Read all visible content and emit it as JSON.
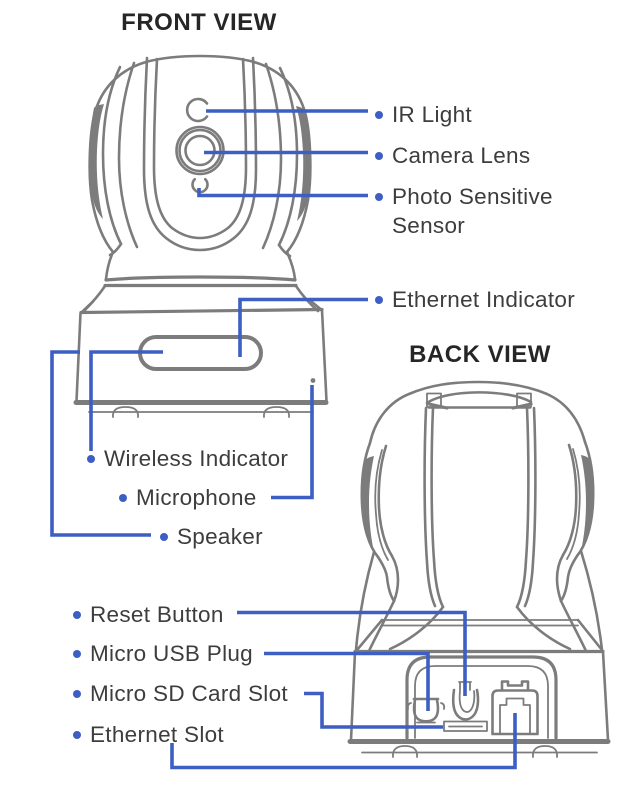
{
  "diagram": {
    "front": {
      "title": "FRONT VIEW",
      "labels": {
        "ir_light": "IR Light",
        "camera_lens": "Camera Lens",
        "photo_sensitive_sensor": "Photo Sensitive Sensor",
        "ethernet_indicator": "Ethernet Indicator",
        "wireless_indicator": "Wireless Indicator",
        "microphone": "Microphone",
        "speaker": "Speaker"
      }
    },
    "back": {
      "title": "BACK VIEW",
      "labels": {
        "reset_button": "Reset Button",
        "micro_usb_plug": "Micro USB Plug",
        "micro_sd_card_slot": "Micro SD Card Slot",
        "ethernet_slot": "Ethernet Slot"
      }
    },
    "colors": {
      "callout_blue": "#3D5EC3",
      "drawing_gray": "#7C7C7C",
      "label_text": "#3D3D3D",
      "title_text": "#262626",
      "background": "#FFFFFF"
    }
  }
}
